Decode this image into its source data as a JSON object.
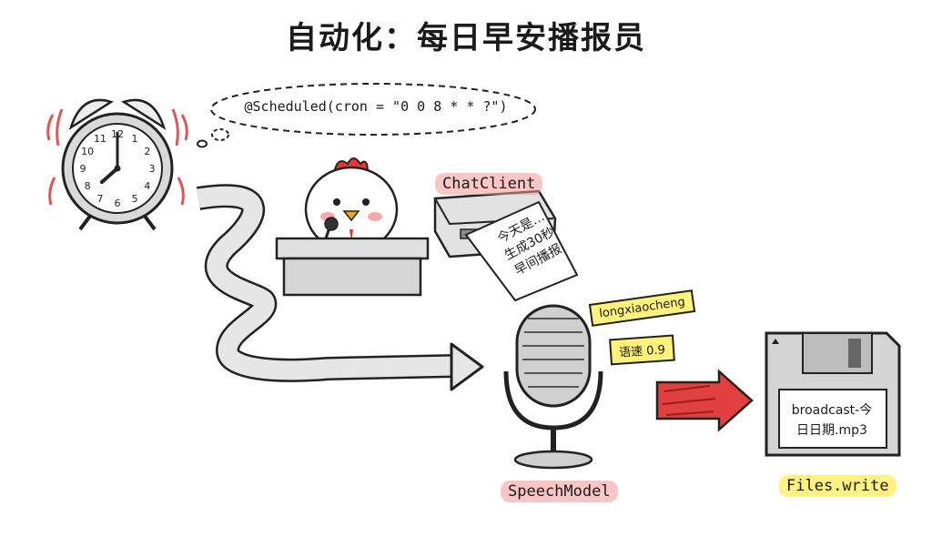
{
  "title": "自动化：每日早安播报员",
  "cron": {
    "annotation": "@Scheduled(cron = \"0 0 8 * * ?\")"
  },
  "chat_client": {
    "label": "ChatClient",
    "paper_lines": [
      "今天是…",
      "生成30秒",
      "早间播报"
    ]
  },
  "speech_model": {
    "label": "SpeechModel",
    "notes": [
      "longxiaocheng",
      "语速 0.9"
    ]
  },
  "files": {
    "label": "Files.write",
    "disk_lines": [
      "broadcast-今",
      "日日期.mp3"
    ]
  },
  "clock": {
    "numerals": [
      "12",
      "1",
      "2",
      "3",
      "4",
      "5",
      "6",
      "7",
      "8",
      "9",
      "10",
      "11"
    ]
  },
  "colors": {
    "pink_highlight": "#f49696",
    "yellow_highlight": "#ffee5a",
    "note_yellow": "#fff27a",
    "arrow_red": "#e04040",
    "outline": "#222222"
  }
}
